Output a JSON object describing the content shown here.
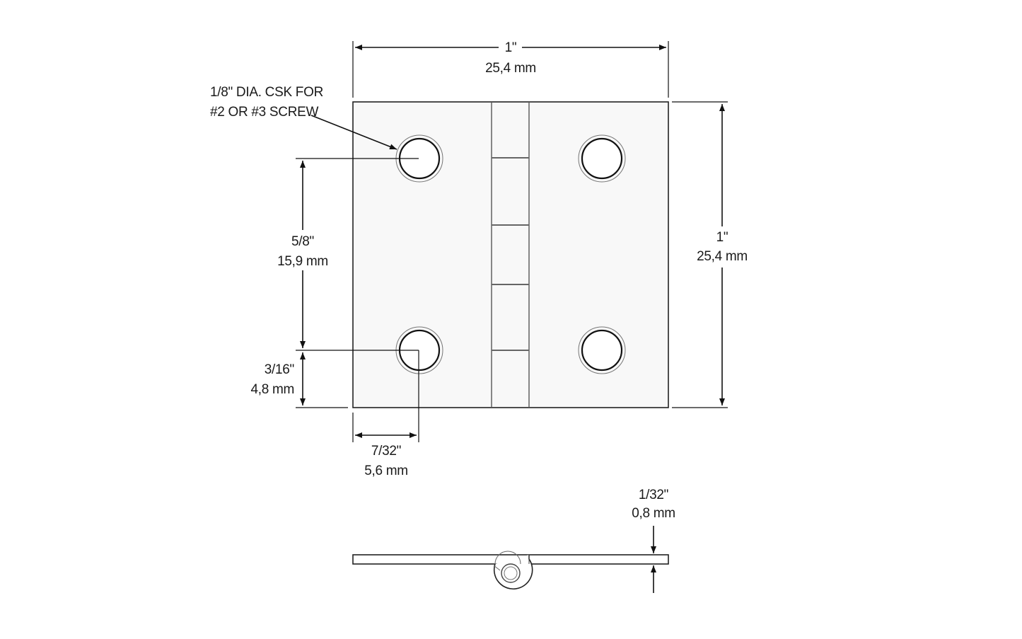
{
  "diagram": {
    "title": "Butt hinge dimension drawing",
    "colors": {
      "line": "#111111",
      "plate_fill": "#f8f8f8",
      "background": "#ffffff"
    },
    "dimensions": {
      "overall_width": {
        "imperial": "1\"",
        "metric": "25,4 mm"
      },
      "overall_height": {
        "imperial": "1\"",
        "metric": "25,4 mm"
      },
      "hole_spacing_vertical": {
        "imperial": "5/8\"",
        "metric": "15,9 mm"
      },
      "hole_edge_offset_vertical": {
        "imperial": "3/16\"",
        "metric": "4,8 mm"
      },
      "hole_edge_offset_horizontal": {
        "imperial": "7/32\"",
        "metric": "5,6 mm"
      },
      "leaf_thickness": {
        "imperial": "1/32\"",
        "metric": "0,8 mm"
      }
    },
    "callout": {
      "line1": "1/8\" DIA. CSK FOR",
      "line2": "#2 OR #3 SCREW"
    },
    "views": [
      "front-view",
      "side-view"
    ],
    "knuckle_count": 5,
    "hole_count": 4
  }
}
